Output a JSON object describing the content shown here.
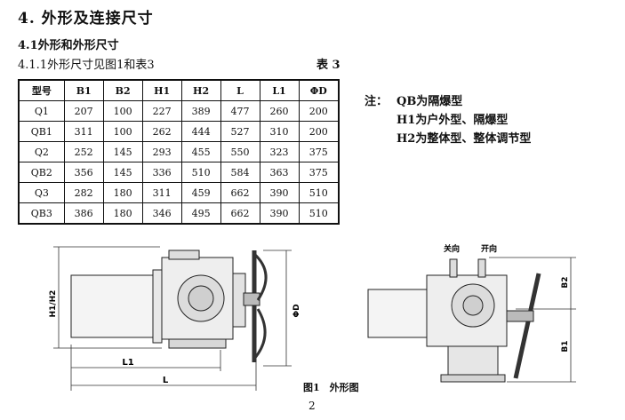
{
  "heading": "4. 外形及连接尺寸",
  "subheading": "4.1外形和外形尺寸",
  "caption": "4.1.1外形尺寸见图1和表3",
  "table_label": "表 3",
  "table": {
    "headers": [
      "型号",
      "B1",
      "B2",
      "H1",
      "H2",
      "L",
      "L1",
      "ΦD"
    ],
    "rows": [
      [
        "Q1",
        "207",
        "100",
        "227",
        "389",
        "477",
        "260",
        "200"
      ],
      [
        "QB1",
        "311",
        "100",
        "262",
        "444",
        "527",
        "310",
        "200"
      ],
      [
        "Q2",
        "252",
        "145",
        "293",
        "455",
        "550",
        "323",
        "375"
      ],
      [
        "QB2",
        "356",
        "145",
        "336",
        "510",
        "584",
        "363",
        "375"
      ],
      [
        "Q3",
        "282",
        "180",
        "311",
        "459",
        "662",
        "390",
        "510"
      ],
      [
        "QB3",
        "386",
        "180",
        "346",
        "495",
        "662",
        "390",
        "510"
      ]
    ]
  },
  "notes": {
    "label": "注：",
    "lines": [
      "QB为隔爆型",
      "H1为户外型、隔爆型",
      "H2为整体型、整体调节型"
    ]
  },
  "figure": {
    "caption": "图1　外形图",
    "dim_labels": {
      "h1h2": "H1/H2",
      "l1": "L1",
      "l": "L",
      "phid": "ΦD",
      "b2": "B2",
      "b1": "B1",
      "close": "关向",
      "open": "开向"
    }
  },
  "page_number": "2"
}
